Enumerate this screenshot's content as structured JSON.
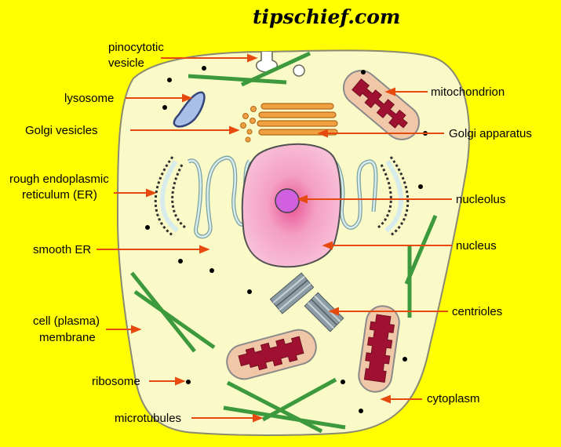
{
  "watermark": "tipschief.com",
  "colors": {
    "background": "#ffff00",
    "cytoplasm": "#fafac8",
    "arrow": "#e64a0f",
    "microtubule": "#3c9a3c",
    "mitochondrion_outer": "#f0c8a8",
    "mitochondrion_cristae": "#a01030",
    "golgi": "#f0a040",
    "nucleus": "#f4a8c8",
    "nucleolus": "#d060e0",
    "lysosome": "#a8c0e8",
    "er": "#d8ecec",
    "centriole": "#8c9ca4"
  },
  "labels": {
    "pinocytotic_1": "pinocytotic",
    "pinocytotic_2": "vesicle",
    "lysosome": "lysosome",
    "golgi_vesicles": "Golgi vesicles",
    "rough_er_1": "rough endoplasmic",
    "rough_er_2": "reticulum (ER)",
    "smooth_er": "smooth ER",
    "cell_membrane_1": "cell (plasma)",
    "cell_membrane_2": "membrane",
    "ribosome": "ribosome",
    "microtubules": "microtubules",
    "mitochondrion": "mitochondrion",
    "golgi_apparatus": "Golgi apparatus",
    "nucleolus": "nucleolus",
    "nucleus": "nucleus",
    "centrioles": "centrioles",
    "cytoplasm": "cytoplasm"
  }
}
